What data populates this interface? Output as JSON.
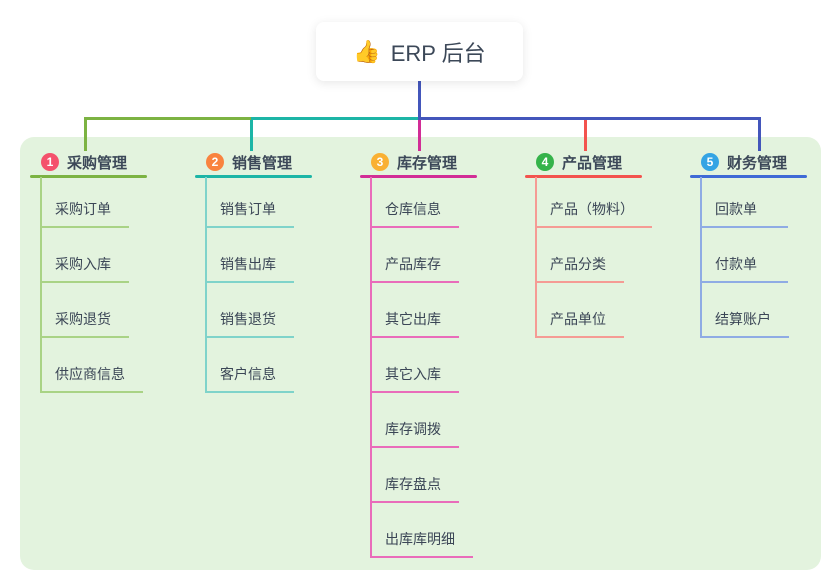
{
  "root": {
    "label": "ERP 后台",
    "icon": "👍",
    "icon_name": "thumbs-up-icon"
  },
  "palette": {
    "canvas_bg": "#ffffff",
    "panel_bg": "#e3f3de",
    "trunk_blue": "#4356bb",
    "text_dark": "#3c4858"
  },
  "branches": [
    {
      "num": "1",
      "label": "采购管理",
      "badge_color": "#f4516c",
      "line_color": "#7cb342",
      "sub_line_color": "#a9d385",
      "items": [
        "采购订单",
        "采购入库",
        "采购退货",
        "供应商信息"
      ]
    },
    {
      "num": "2",
      "label": "销售管理",
      "badge_color": "#f9833f",
      "line_color": "#1cb5a6",
      "sub_line_color": "#7fd3ca",
      "items": [
        "销售订单",
        "销售出库",
        "销售退货",
        "客户信息"
      ]
    },
    {
      "num": "3",
      "label": "库存管理",
      "badge_color": "#f9b033",
      "line_color": "#d22d96",
      "sub_line_color": "#e96cba",
      "items": [
        "仓库信息",
        "产品库存",
        "其它出库",
        "其它入库",
        "库存调拨",
        "库存盘点",
        "出库库明细"
      ]
    },
    {
      "num": "4",
      "label": "产品管理",
      "badge_color": "#35b34a",
      "line_color": "#f3534e",
      "sub_line_color": "#f59b94",
      "items": [
        "产品（物料）",
        "产品分类",
        "产品单位"
      ]
    },
    {
      "num": "5",
      "label": "财务管理",
      "badge_color": "#34a4e4",
      "line_color": "#3f6ad6",
      "sub_line_color": "#8fabe4",
      "items": [
        "回款单",
        "付款单",
        "结算账户"
      ]
    }
  ]
}
